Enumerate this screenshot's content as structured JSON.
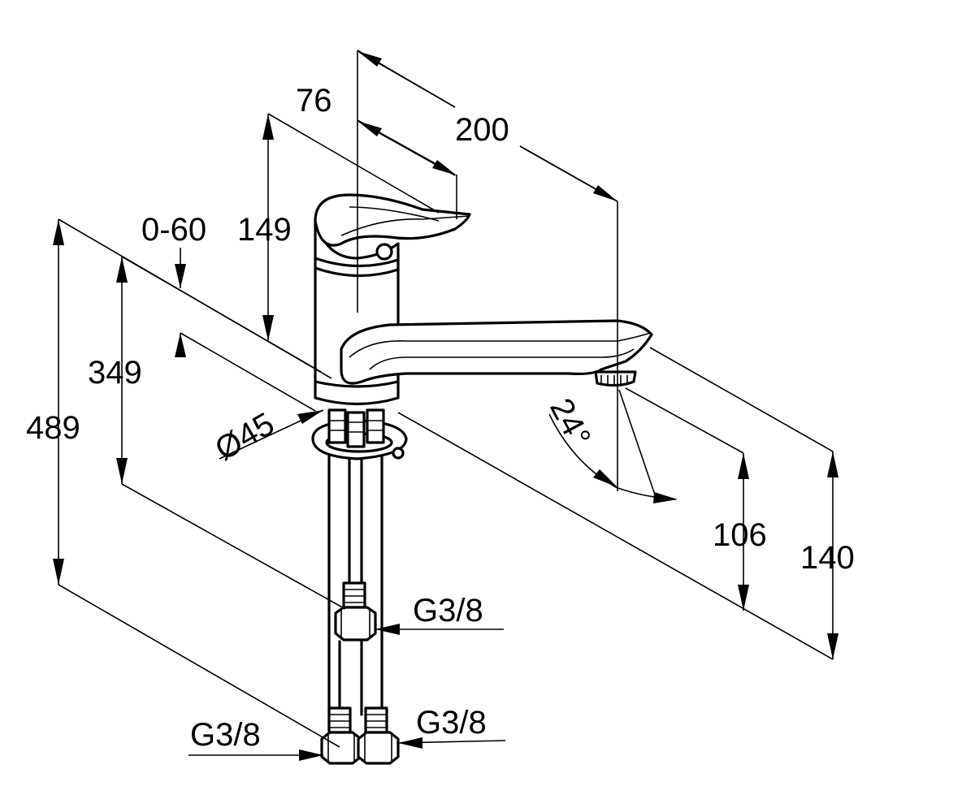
{
  "dimensions": {
    "d76": "76",
    "d200": "200",
    "d149": "149",
    "d0_60": "0-60",
    "d489": "489",
    "d349": "349",
    "d45": "Ø45",
    "d24": "24°",
    "d106": "106",
    "d140": "140",
    "g38_upper": "G3/8",
    "g38_left": "G3/8",
    "g38_right": "G3/8"
  },
  "colors": {
    "line": "#000000",
    "background": "#ffffff"
  }
}
